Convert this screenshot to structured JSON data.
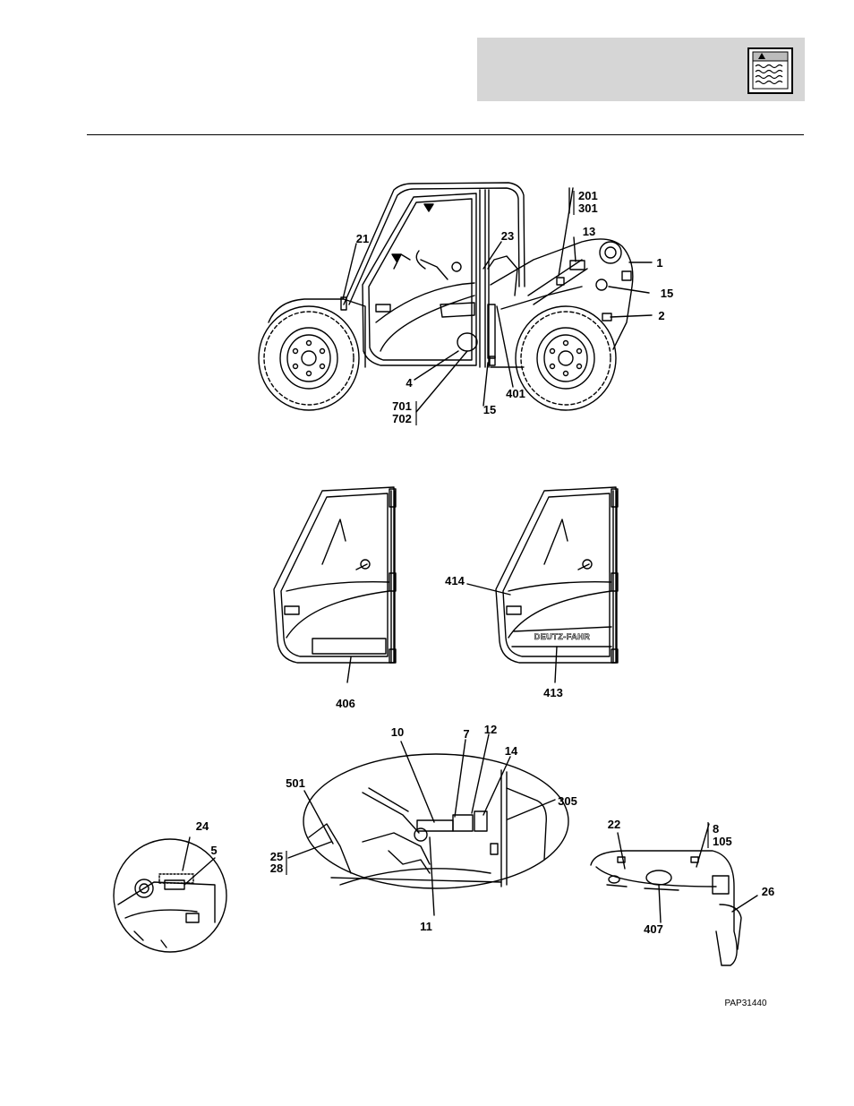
{
  "header": {
    "icon": "manual-waves-icon"
  },
  "figure": {
    "code": "PAP31440",
    "door_brand_text": "DEUTZ-FAHR",
    "callouts": {
      "c1": "1",
      "c2": "2",
      "c4": "4",
      "c5": "5",
      "c7": "7",
      "c8": "8",
      "c10": "10",
      "c11": "11",
      "c12": "12",
      "c13": "13",
      "c14": "14",
      "c15a": "15",
      "c15b": "15",
      "c21": "21",
      "c22": "22",
      "c23": "23",
      "c24": "24",
      "c25": "25",
      "c26": "26",
      "c28": "28",
      "c105": "105",
      "c201": "201",
      "c301": "301",
      "c305": "305",
      "c401": "401",
      "c406": "406",
      "c407": "407",
      "c413": "413",
      "c414": "414",
      "c501": "501",
      "c701": "701",
      "c702": "702"
    }
  }
}
